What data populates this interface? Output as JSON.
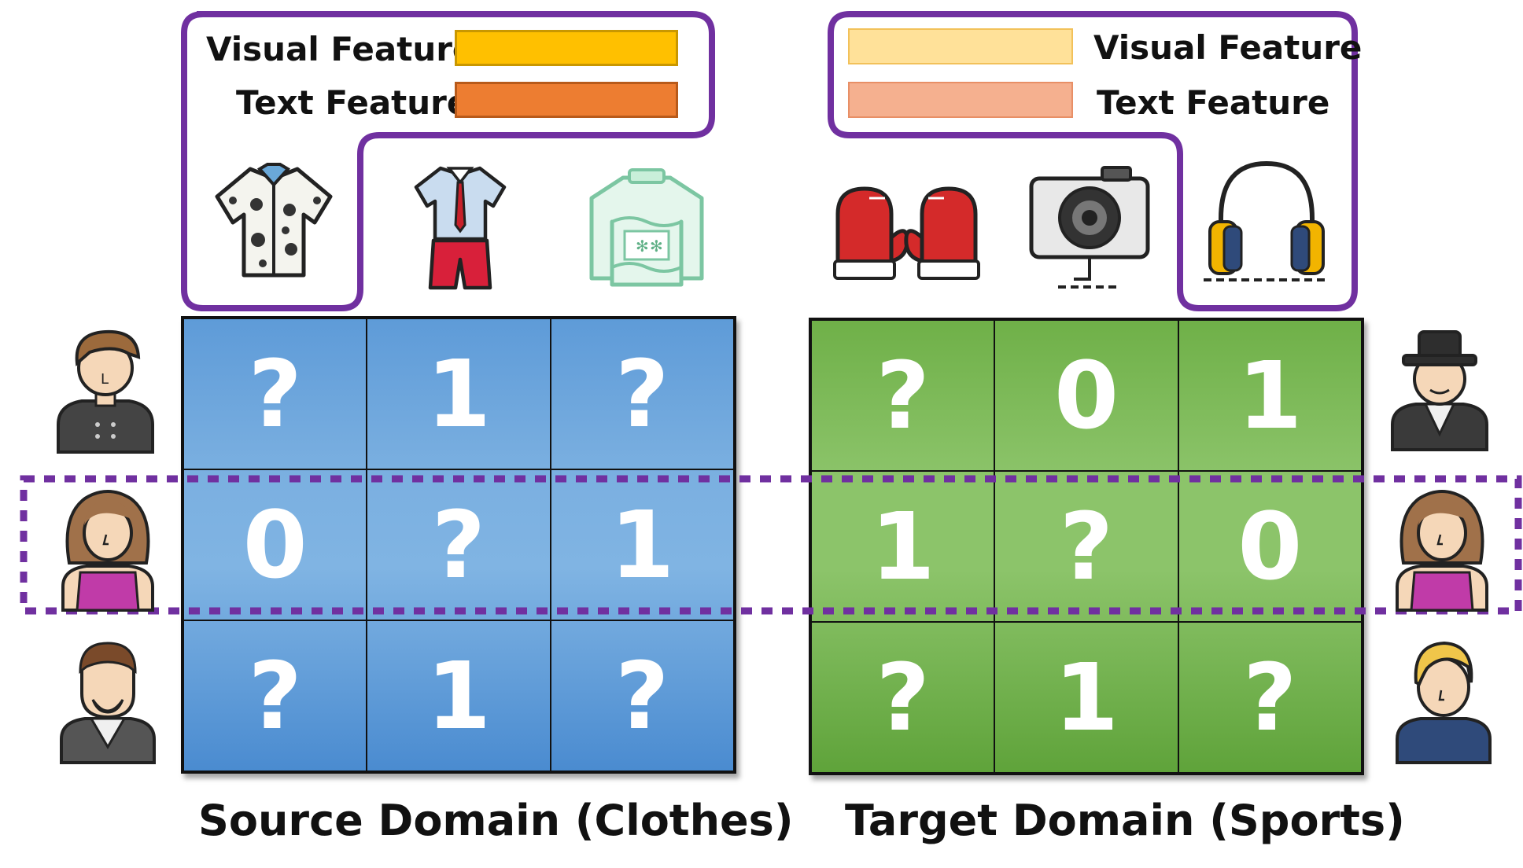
{
  "source_legend": {
    "visual_label": "Visual Feature",
    "text_label": "Text Feature",
    "visual_color": "#FFC000",
    "text_color": "#ED7D31"
  },
  "target_legend": {
    "visual_label": "Visual Feature",
    "text_label": "Text Feature",
    "visual_color": "#FFE199",
    "text_color": "#F5B08F"
  },
  "source_items": [
    "hawaiian-shirt-icon",
    "shirt-and-shorts-icon",
    "sweater-icon"
  ],
  "target_items": [
    "mittens-icon",
    "camera-icon",
    "headphones-icon"
  ],
  "source_matrix": {
    "color": "#5B9BD5",
    "rows": [
      [
        "?",
        "1",
        "?"
      ],
      [
        "0",
        "?",
        "1"
      ],
      [
        "?",
        "1",
        "?"
      ]
    ]
  },
  "target_matrix": {
    "color": "#70AD47",
    "rows": [
      [
        "?",
        "0",
        "1"
      ],
      [
        "1",
        "?",
        "0"
      ],
      [
        "?",
        "1",
        "?"
      ]
    ]
  },
  "source_users": [
    "man-brown-hair-icon",
    "woman-icon",
    "bearded-man-icon"
  ],
  "target_users": [
    "man-with-hat-icon",
    "woman-icon",
    "blond-user-icon"
  ],
  "highlight_color": "#7030A0",
  "captions": {
    "source": "Source Domain (Clothes)",
    "target": "Target Domain (Sports)"
  }
}
